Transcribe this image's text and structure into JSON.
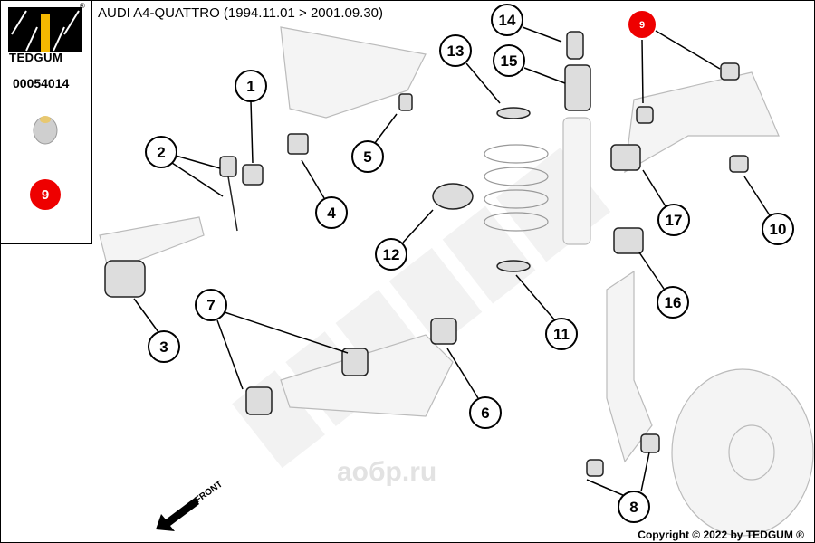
{
  "brand": {
    "name": "TEDGUM",
    "registered": "®",
    "part_number": "00054014",
    "selected_position": "9",
    "accent": "#ee0000"
  },
  "title": "AUDI A4-QUATTRO (1994.11.01 > 2001.09.30)",
  "direction_label": "FRONT",
  "watermarks": [
    "TEDGUM",
    "аобр.ru"
  ],
  "copyright": "Copyright © 2022 by TEDGUM ®",
  "callouts": [
    {
      "n": "1"
    },
    {
      "n": "2"
    },
    {
      "n": "3"
    },
    {
      "n": "4"
    },
    {
      "n": "5"
    },
    {
      "n": "6"
    },
    {
      "n": "7"
    },
    {
      "n": "8"
    },
    {
      "n": "9",
      "highlight": true
    },
    {
      "n": "10"
    },
    {
      "n": "11"
    },
    {
      "n": "12"
    },
    {
      "n": "13"
    },
    {
      "n": "14"
    },
    {
      "n": "15"
    },
    {
      "n": "16"
    },
    {
      "n": "17"
    }
  ]
}
